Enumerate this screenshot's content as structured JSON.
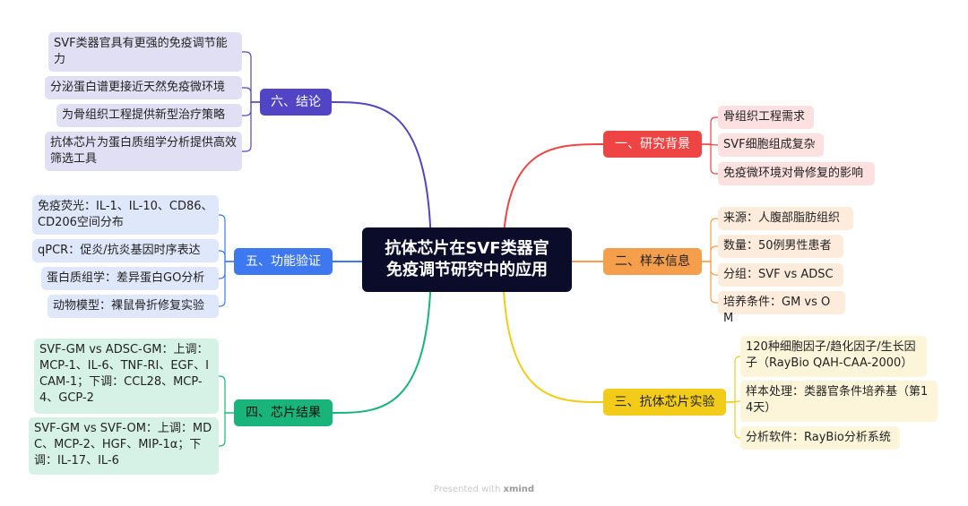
{
  "root": {
    "title_line1": "抗体芯片在SVF类器官",
    "title_line2": "免疫调节研究中的应用"
  },
  "branches": {
    "b1": {
      "label": "一、研究背景",
      "color": "#ef4444",
      "text_color": "#ffffff",
      "items": [
        "骨组织工程需求",
        "SVF细胞组成复杂",
        "免疫微环境对骨修复的影响"
      ]
    },
    "b2": {
      "label": "二、样本信息",
      "color": "#f59e4b",
      "text_color": "#222222",
      "items": [
        "来源：人腹部脂肪组织",
        "数量：50例男性患者",
        "分组：SVF vs ADSC",
        "培养条件：GM vs OM"
      ]
    },
    "b3": {
      "label": "三、抗体芯片实验",
      "color": "#f2cc19",
      "text_color": "#222222",
      "items": [
        "120种细胞因子/趋化因子/生长因子（RayBio QAH-CAA-2000）",
        "样本处理：类器官条件培养基（第14天）",
        "分析软件：RayBio分析系统"
      ]
    },
    "b4": {
      "label": "四、芯片结果",
      "color": "#19b47a",
      "text_color": "#111111",
      "items": [
        "SVF-GM vs ADSC-GM：上调：MCP-1、IL-6、TNF-RI、EGF、ICAM-1；下调：CCL28、MCP-4、GCP-2",
        "SVF-GM vs SVF-OM：上调：MDC、MCP-2、HGF、MIP-1α；下调：IL-17、IL-6"
      ]
    },
    "b5": {
      "label": "五、功能验证",
      "color": "#3e78f0",
      "text_color": "#ffffff",
      "items": [
        "免疫荧光：IL-1、IL-10、CD86、CD206空间分布",
        "qPCR：促炎/抗炎基因时序表达",
        "蛋白质组学：差异蛋白GO分析",
        "动物模型：裸鼠骨折修复实验"
      ]
    },
    "b6": {
      "label": "六、结论",
      "color": "#5145c6",
      "text_color": "#ffffff",
      "items": [
        "SVF类器官具有更强的免疫调节能力",
        "分泌蛋白谱更接近天然免疫微环境",
        "为骨组织工程提供新型治疗策略",
        "抗体芯片为蛋白质组学分析提供高效筛选工具"
      ]
    }
  },
  "leaf_colors": {
    "b1": "#fde0e0",
    "b2": "#fdebdc",
    "b3": "#fdf5d9",
    "b4": "#d6f2e6",
    "b5": "#dfe7fb",
    "b6": "#e0dff4"
  },
  "footer": {
    "prefix": "Presented with ",
    "brand": "xmind"
  }
}
